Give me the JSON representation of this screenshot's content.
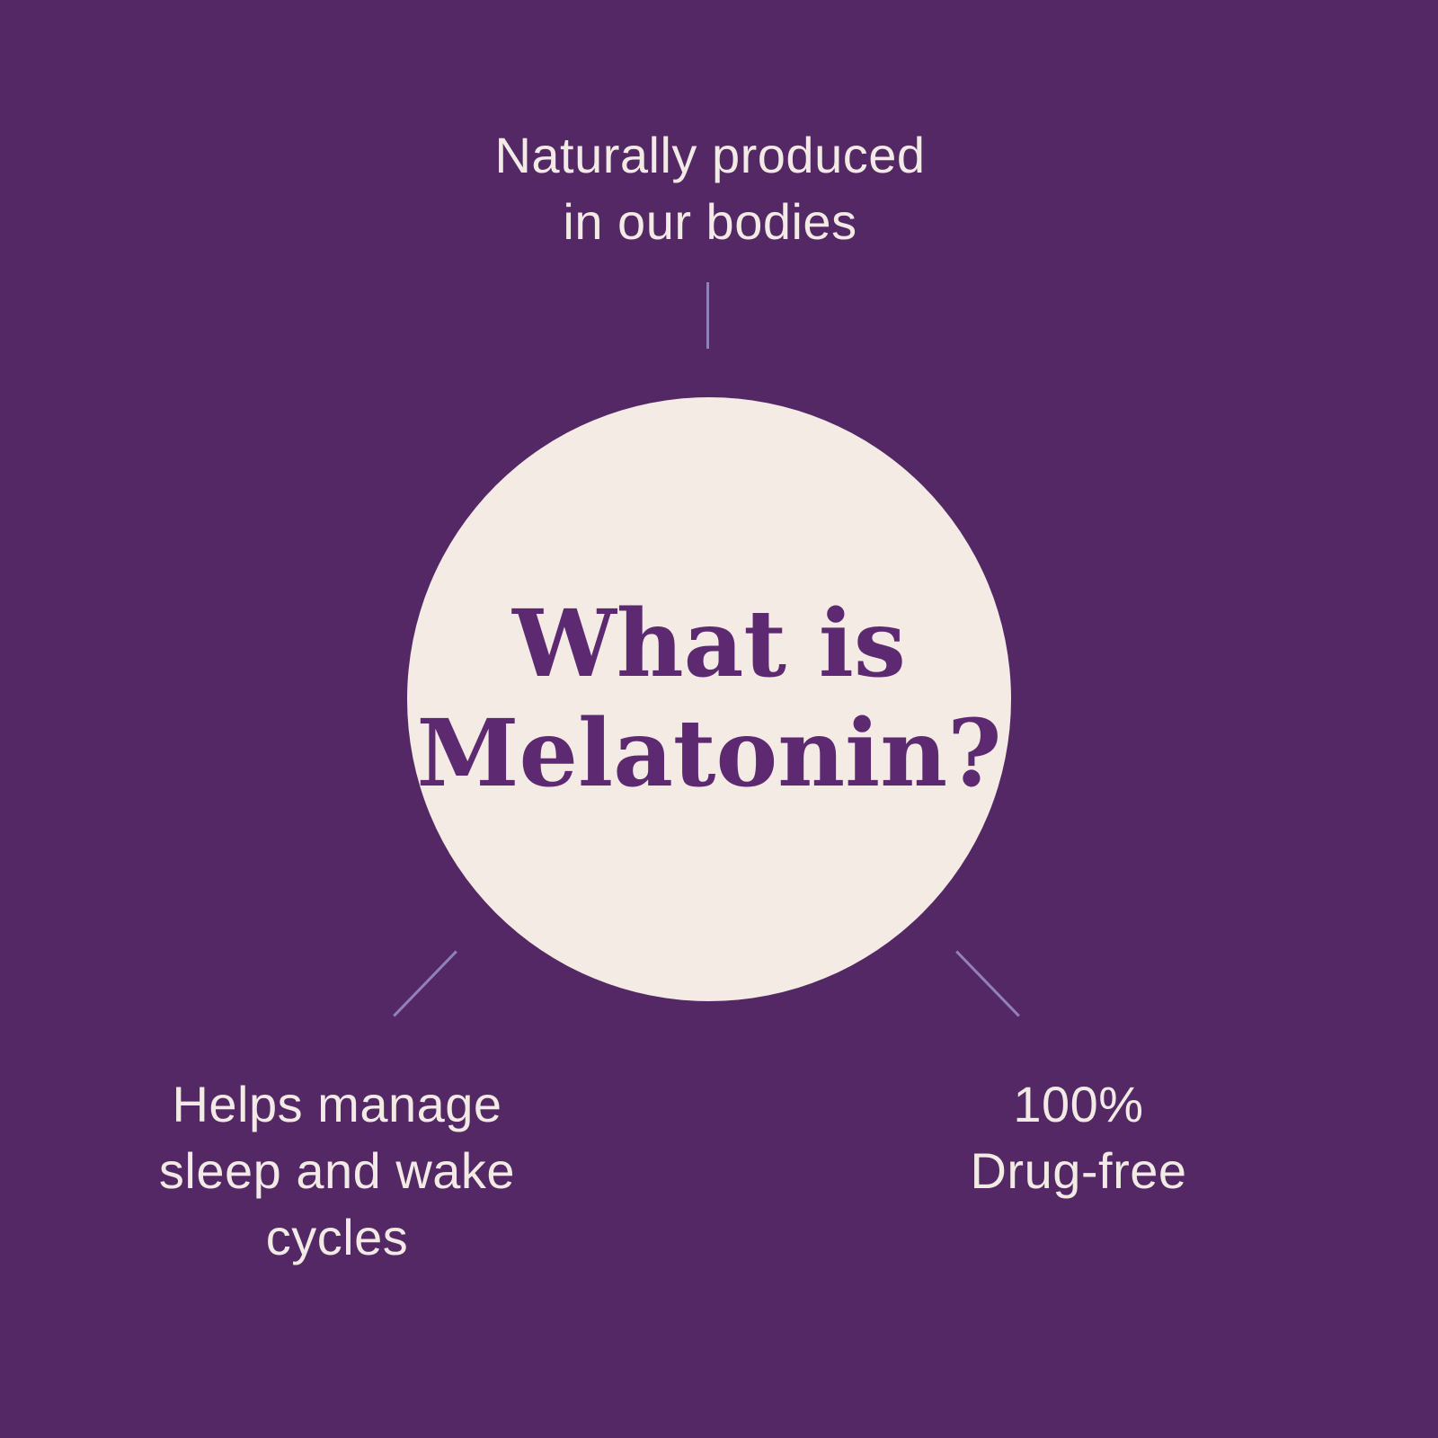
{
  "infographic": {
    "title": {
      "line1": "What is",
      "line2": "Melatonin?"
    },
    "labels": {
      "top": {
        "line1": "Naturally produced",
        "line2": "in our bodies"
      },
      "bottom_left": {
        "line1": "Helps manage",
        "line2": "sleep and wake",
        "line3": "cycles"
      },
      "bottom_right": {
        "line1": "100%",
        "line2": "Drug-free"
      }
    },
    "colors": {
      "background": "#542765",
      "circle_fill": "#f4ebe4",
      "title_text": "#5d2a72",
      "label_text": "#f2eae4",
      "connector": "#9081ba"
    }
  }
}
